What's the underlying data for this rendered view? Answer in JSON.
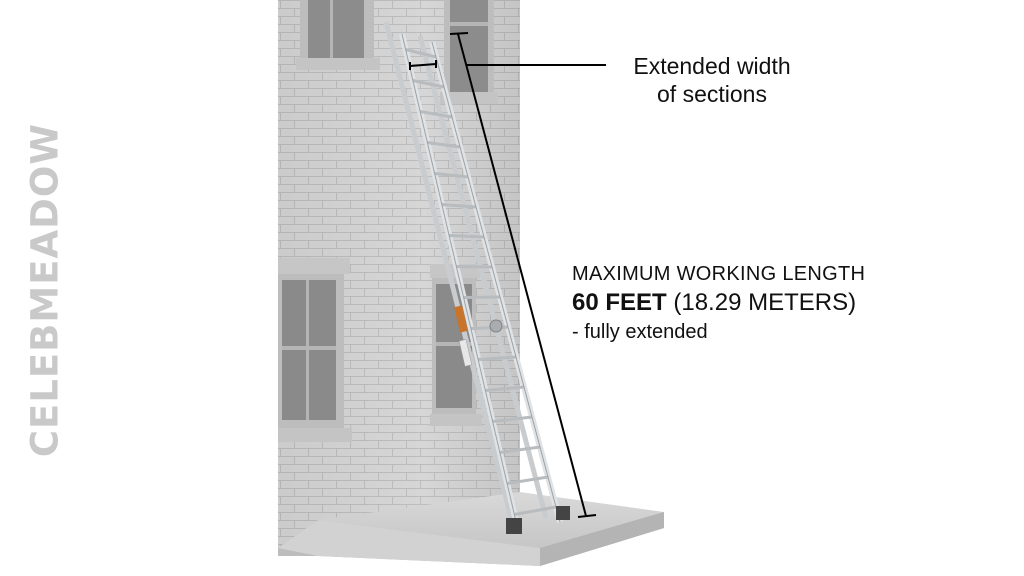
{
  "watermark": "CELEBMEADOW",
  "callout_width": {
    "line1": "Extended width",
    "line2": "of sections"
  },
  "callout_length": {
    "title": "MAXIMUM WORKING LENGTH",
    "value_primary": "60 FEET",
    "value_secondary": " (18.29 METERS)",
    "note": "- fully extended"
  },
  "colors": {
    "wall": "#d4d4d4",
    "mortar": "#bcbcbc",
    "window_frame": "#b9b9b9",
    "glass": "#8a8a8a",
    "slab": "#cfcfcf",
    "ladder": "#d7dadc",
    "watermark": "#c9c9c9",
    "text": "#111111"
  }
}
